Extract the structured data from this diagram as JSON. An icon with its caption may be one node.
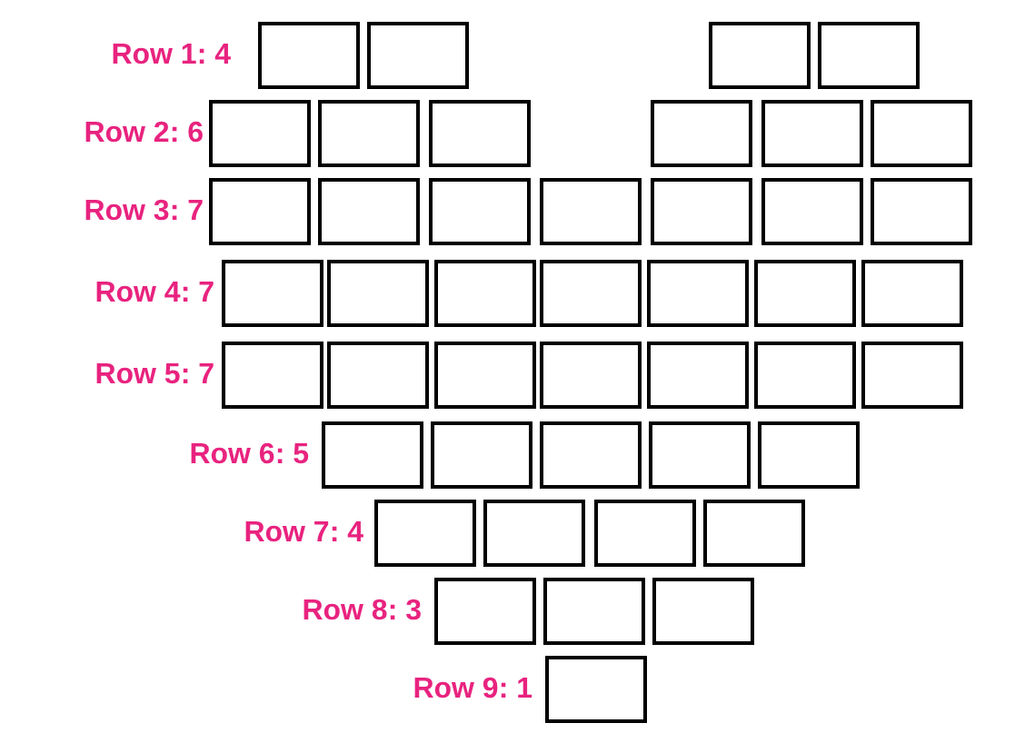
{
  "diagram": {
    "nodes": [
      {
        "text": [],
        "shape": "box"
      },
      {
        "text": [],
        "shape": "box"
      },
      {
        "text": [],
        "shape": "box"
      },
      {
        "text": [],
        "shape": "box"
      },
      {
        "text": [],
        "shape": "box"
      },
      {
        "text": [],
        "shape": "box"
      },
      {
        "text": [],
        "shape": "box"
      },
      {
        "text": [],
        "shape": "box"
      },
      {
        "text": [],
        "shape": "box"
      },
      {
        "text": [],
        "shape": "box"
      },
      {
        "text": [],
        "shape": "box"
      },
      {
        "text": [],
        "shape": "box"
      },
      {
        "text": [],
        "shape": "box"
      },
      {
        "text": [],
        "shape": "box"
      },
      {
        "text": [],
        "shape": "box"
      },
      {
        "text": [],
        "shape": "box"
      },
      {
        "text": [],
        "shape": "box"
      },
      {
        "text": [],
        "shape": "box"
      },
      {
        "text": [],
        "shape": "box"
      },
      {
        "text": [],
        "shape": "box"
      },
      {
        "text": [],
        "shape": "box"
      },
      {
        "text": [],
        "shape": "box"
      },
      {
        "text": [],
        "shape": "box"
      },
      {
        "text": [],
        "shape": "box"
      },
      {
        "text": [],
        "shape": "box"
      },
      {
        "text": [],
        "shape": "box"
      },
      {
        "text": [],
        "shape": "box"
      },
      {
        "text": [],
        "shape": "box"
      },
      {
        "text": [],
        "shape": "box"
      },
      {
        "text": [],
        "shape": "box"
      },
      {
        "text": [],
        "shape": "box"
      },
      {
        "text": [],
        "shape": "box"
      },
      {
        "text": [],
        "shape": "box"
      },
      {
        "text": [],
        "shape": "box"
      },
      {
        "text": [],
        "shape": "box"
      },
      {
        "text": [],
        "shape": "box"
      },
      {
        "text": [],
        "shape": "box"
      },
      {
        "text": [],
        "shape": "box"
      },
      {
        "text": [],
        "shape": "box"
      },
      {
        "text": [],
        "shape": "box"
      },
      {
        "text": [],
        "shape": "box"
      },
      {
        "text": [],
        "shape": "box"
      },
      {
        "text": [],
        "shape": "box"
      },
      {
        "text": [],
        "shape": "box"
      }
    ],
    "labels": [
      "Row 1: 4",
      "Row 2: 6",
      "Row 3: 7",
      "Row 4: 7",
      "Row 5: 7",
      "Row 6: 5",
      "Row 7: 4",
      "Row 8: 3",
      "Row 9: 1"
    ]
  }
}
